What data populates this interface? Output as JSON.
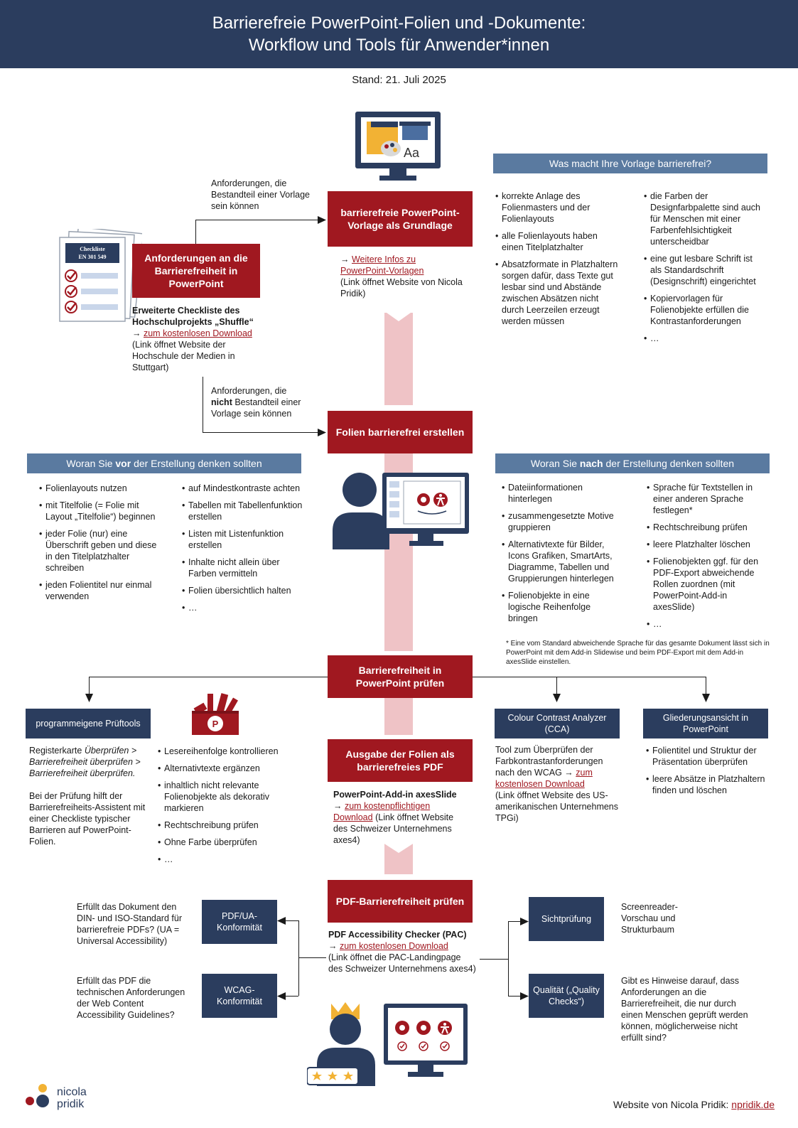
{
  "header": {
    "title_line1": "Barrierefreie PowerPoint-Folien und -Dokumente:",
    "title_line2": "Workflow und Tools für Anwender*innen"
  },
  "stand": "Stand: 21. Juli 2025",
  "colors": {
    "navy": "#2b3d5e",
    "red": "#a01820",
    "blue": "#5a7aa0",
    "pink": "#efc3c6"
  },
  "checklist_icon": {
    "line1": "Checkliste",
    "line2": "EN 301 549"
  },
  "requirements": {
    "box": "Anforderungen an die Barrierefreiheit in PowerPoint",
    "checklist_title": "Erweiterte Checkliste des Hochschulprojekts „Shuffle“",
    "arrow": "→",
    "link": "zum kostenlosen Download",
    "note": "(Link öffnet Website der Hochschule der Medien in Stuttgart)",
    "label_top": "Anforderungen, die Bestandteil einer Vorlage sein können",
    "label_bottom_pre": "Anforderungen, die",
    "label_bottom_bold": "nicht",
    "label_bottom_post": "Bestandteil einer Vorlage sein können"
  },
  "template": {
    "box": "barrierefreie PowerPoint-Vorlage als Grundlage",
    "arrow": "→",
    "link": "Weitere Infos zu PowerPoint-Vorlagen",
    "note": "(Link öffnet Website von Nicola Pridik)",
    "monitor_text": "Aa"
  },
  "template_panel": {
    "title": "Was macht Ihre Vorlage barrierefrei?",
    "col1": [
      "korrekte Anlage des Folienmasters und der Folienlayouts",
      "alle Folienlayouts haben einen Titelplatzhalter",
      "Absatzformate in Platzhaltern sorgen dafür, dass Texte gut lesbar sind und Abstände zwischen Absätzen nicht durch Leerzeilen erzeugt werden müssen"
    ],
    "col2": [
      "die Farben der Designfarbpalette sind auch für Menschen mit einer Farbenfehlsichtigkeit unterscheidbar",
      "eine gut lesbare Schrift ist als Standardschrift (Designschrift) eingerichtet",
      "Kopiervorlagen für Folienobjekte erfüllen die Kontrastanforderungen",
      "…"
    ]
  },
  "create": {
    "box": "Folien barrierefrei erstellen"
  },
  "before_panel": {
    "title_pre": "Woran Sie",
    "title_bold": "vor",
    "title_post": "der Erstellung denken sollten",
    "col1": [
      "Folienlayouts nutzen",
      "mit Titelfolie (= Folie mit Layout „Titelfolie“) beginnen",
      "jeder Folie (nur) eine Überschrift geben und diese in den Titelplatzhalter schreiben",
      "jeden Folientitel nur einmal verwenden"
    ],
    "col2": [
      "auf Mindestkontraste achten",
      "Tabellen mit Tabellenfunktion erstellen",
      "Listen mit Listenfunktion erstellen",
      "Inhalte nicht allein über Farben vermitteln",
      "Folien übersichtlich halten",
      "…"
    ]
  },
  "after_panel": {
    "title_pre": "Woran Sie",
    "title_bold": "nach",
    "title_post": "der Erstellung denken sollten",
    "col1": [
      "Dateiinformationen hinterlegen",
      "zusammengesetzte Motive gruppieren",
      "Alternativtexte für Bilder, Icons Grafiken, SmartArts, Diagramme, Tabellen und Gruppierungen hinterlegen",
      "Folienobjekte in eine logische Reihenfolge bringen"
    ],
    "col2": [
      "Sprache für Textstellen in einer anderen Sprache festlegen*",
      "Rechtschreibung prüfen",
      "leere Platzhalter löschen",
      "Folienobjekten ggf. für den PDF-Export abweichende Rollen zuordnen (mit PowerPoint-Add-in axesSlide)",
      "…"
    ],
    "footnote": "* Eine vom Standard abweichende Sprache für das gesamte Dokument lässt sich in PowerPoint mit dem Add-in Slidewise und beim PDF-Export mit dem Add-in axesSlide einstellen."
  },
  "check_ppt": {
    "box": "Barrierefreiheit in PowerPoint prüfen",
    "own_tools": {
      "box": "programmeigene Prüftools",
      "text1_pre": "Registerkarte",
      "text1_em": "Überprüfen > Barrierefreiheit überprüfen > Barrierefreiheit überprüfen.",
      "text2": "Bei der Prüfung hilft der Barrierefreiheits-Assistent mit einer Checkliste typischer Barrieren auf PowerPoint-Folien.",
      "list": [
        "Lesereihenfolge kontrollieren",
        "Alternativtexte ergänzen",
        "inhaltlich nicht relevante Folienobjekte als dekorativ markieren",
        "Rechtschreibung prüfen",
        "Ohne Farbe überprüfen",
        "…"
      ],
      "toolbox_letter": "P"
    },
    "cca": {
      "box": "Colour Contrast Analyzer (CCA)",
      "text": "Tool zum Überprüfen der Farbkontrastanforderungen nach den WCAG",
      "arrow": "→",
      "link": "zum kostenlosen Download",
      "note": "(Link öffnet Website des US-amerikanischen Unternehmens TPGi)"
    },
    "outline": {
      "box": "Gliederungsansicht in PowerPoint",
      "list": [
        "Folientitel und Struktur der Präsentation überprüfen",
        "leere Absätze in Platzhaltern finden und löschen"
      ]
    }
  },
  "export": {
    "box": "Ausgabe der Folien als barrierefreies PDF",
    "title": "PowerPoint-Add-in axesSlide",
    "arrow": "→",
    "link": "zum kostenpflichtigen Download",
    "note": "(Link öffnet Website des Schweizer Unternehmens axes4)"
  },
  "check_pdf": {
    "box": "PDF-Barrierefreiheit prüfen",
    "title": "PDF Accessibility Checker (PAC)",
    "arrow": "→",
    "link": "zum kostenlosen Download",
    "note": "(Link öffnet die PAC-Landingpage des Schweizer Unternehmens axes4)",
    "pdfua": {
      "box": "PDF/UA-Konformität",
      "q": "Erfüllt das Dokument den DIN- und ISO-Standard für barrierefreie PDFs? (UA = Universal Accessibility)"
    },
    "wcag": {
      "box": "WCAG-Konformität",
      "q": "Erfüllt das PDF die technischen Anforderungen der Web Content Accessibility Guidelines?"
    },
    "visual": {
      "box": "Sichtprüfung",
      "q": "Screenreader-Vorschau und Strukturbaum"
    },
    "quality": {
      "box": "Qualität („Quality Checks“)",
      "q": "Gibt es Hinweise darauf, dass Anforderungen an die Barrierefreiheit, die nur durch einen Menschen geprüft werden können, möglicherweise nicht erfüllt sind?"
    }
  },
  "logo": {
    "line1": "nicola",
    "line2": "pridik"
  },
  "footer": {
    "text": "Website von Nicola Pridik:",
    "link": "npridik.de"
  }
}
